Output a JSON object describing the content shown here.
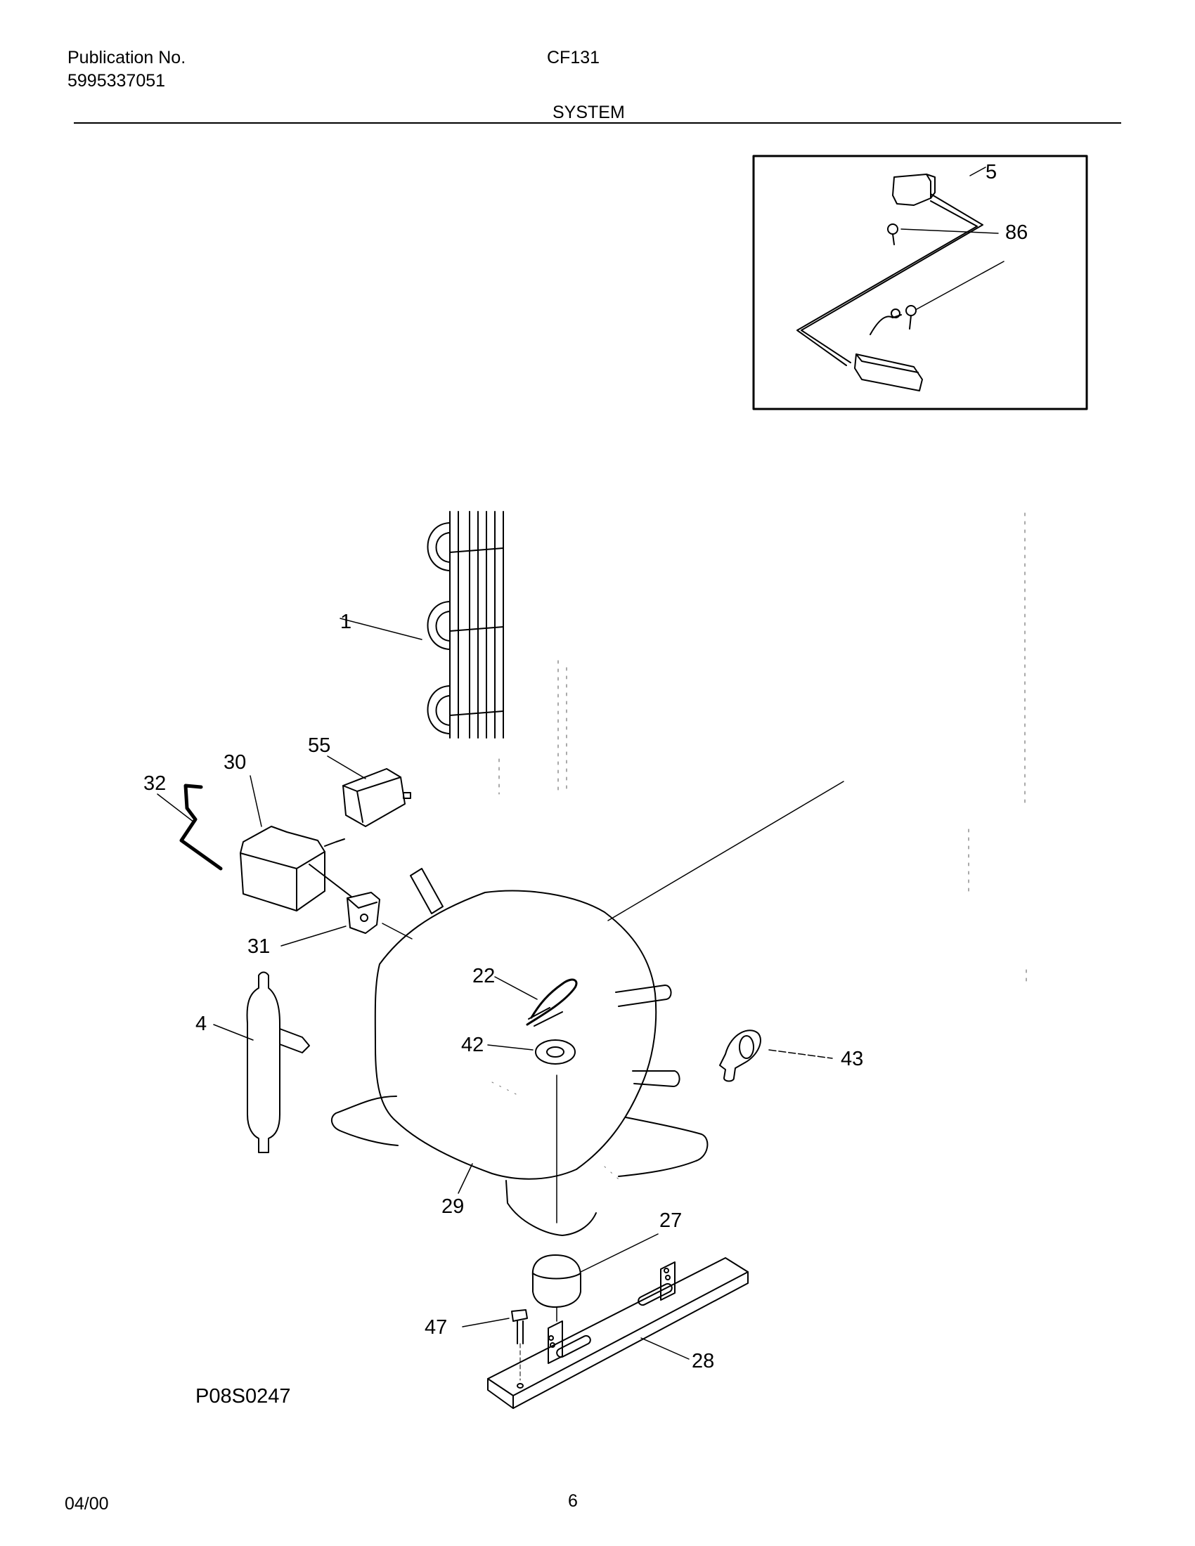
{
  "header": {
    "publication_label": "Publication No.",
    "publication_number": "5995337051",
    "model": "CF131",
    "section": "SYSTEM"
  },
  "diagram": {
    "callouts": {
      "c1": "1",
      "c4": "4",
      "c5": "5",
      "c22": "22",
      "c27": "27",
      "c28": "28",
      "c29": "29",
      "c30": "30",
      "c31": "31",
      "c32": "32",
      "c42": "42",
      "c43": "43",
      "c47": "47",
      "c55": "55",
      "c86": "86"
    },
    "figure_code": "P08S0247"
  },
  "footer": {
    "date": "04/00",
    "page_number": "6"
  }
}
